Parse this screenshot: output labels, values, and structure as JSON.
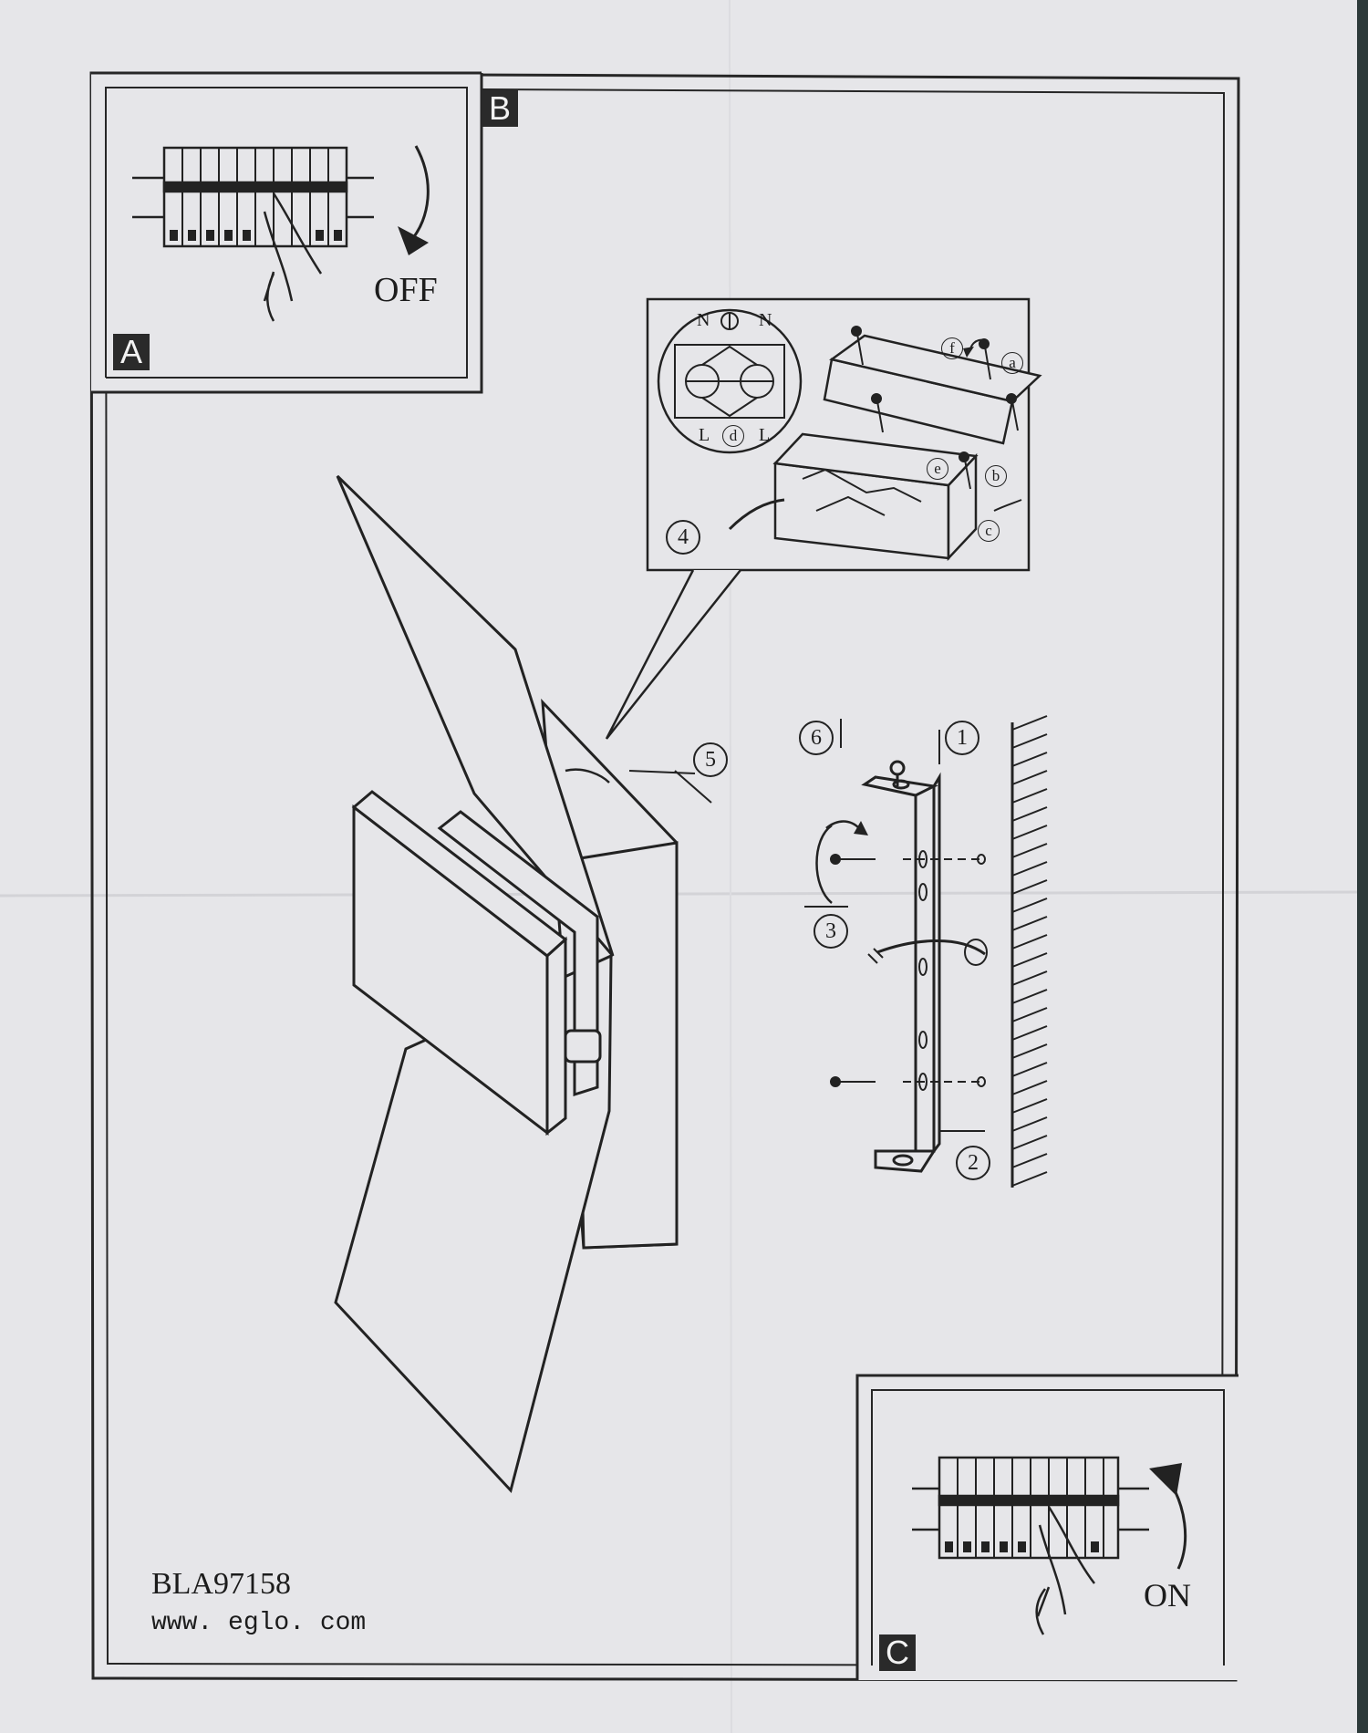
{
  "panels": {
    "a": {
      "badge": "A",
      "switch_label": "OFF"
    },
    "b": {
      "badge": "B"
    },
    "c": {
      "badge": "C",
      "switch_label": "ON"
    }
  },
  "wiring_detail": {
    "terminal_labels": [
      "N",
      "N",
      "L",
      "L"
    ],
    "part_letters": [
      "a",
      "b",
      "c",
      "d",
      "e",
      "f"
    ],
    "step": "4"
  },
  "assembly_steps": [
    "1",
    "2",
    "3",
    "5",
    "6"
  ],
  "footer": {
    "model": "BLA97158",
    "website": "www. eglo. com"
  }
}
